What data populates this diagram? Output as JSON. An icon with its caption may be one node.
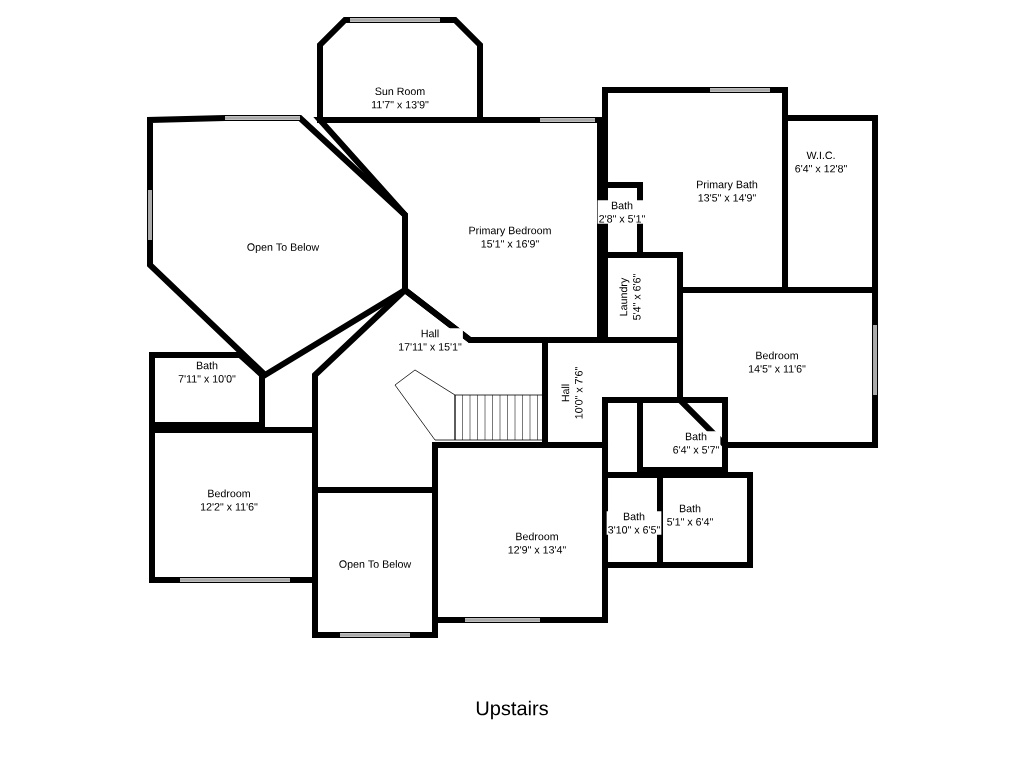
{
  "diagram": {
    "caption": "Upstairs",
    "nodes": [
      {
        "text": [
          "Sun Room",
          "11'7\" x 13'9\""
        ]
      },
      {
        "text": [
          "Open To Below"
        ]
      },
      {
        "text": [
          "Primary Bedroom",
          "15'1\" x 16'9\""
        ]
      },
      {
        "text": [
          "Primary Bath",
          "13'5\" x 14'9\""
        ]
      },
      {
        "text": [
          "W.I.C.",
          "6'4\" x 12'8\""
        ]
      },
      {
        "text": [
          "Bath",
          "2'8\" x 5'1\""
        ]
      },
      {
        "text": [
          "Laundry",
          "5'4\" x 6'6\""
        ]
      },
      {
        "text": [
          "Hall",
          "17'11\" x 15'1\""
        ]
      },
      {
        "text": [
          "Bath",
          "7'11\" x 10'0\""
        ]
      },
      {
        "text": [
          "Hall",
          "10'0\" x 7'6\""
        ]
      },
      {
        "text": [
          "Bedroom",
          "14'5\" x 11'6\""
        ]
      },
      {
        "text": [
          "Bath",
          "6'4\" x 5'7\""
        ]
      },
      {
        "text": [
          "Bedroom",
          "12'2\" x 11'6\""
        ]
      },
      {
        "text": [
          "Open To Below"
        ]
      },
      {
        "text": [
          "Bedroom",
          "12'9\" x 13'4\""
        ]
      },
      {
        "text": [
          "Bath",
          "3'10\" x 6'5\""
        ]
      },
      {
        "text": [
          "Bath",
          "5'1\" x 6'4\""
        ]
      }
    ]
  }
}
